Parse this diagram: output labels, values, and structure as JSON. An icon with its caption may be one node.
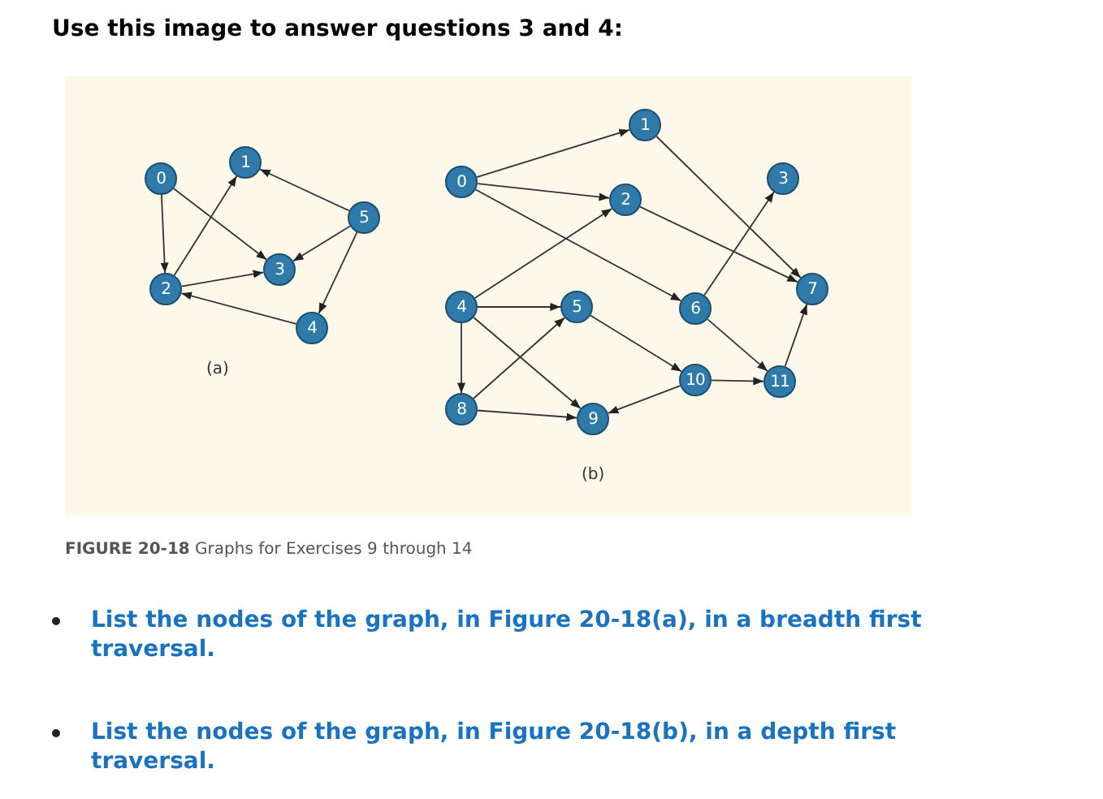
{
  "diagram": {
    "title": "Use this image to answer questions 3 and 4:",
    "caption": "**FIGURE 20-18** Graphs for Exercises 9 through 14",
    "nodes": [
      {
        "text": [
          "0"
        ]
      },
      {
        "text": [
          "1"
        ]
      },
      {
        "text": [
          "2"
        ]
      },
      {
        "text": [
          "3"
        ]
      },
      {
        "text": [
          "4"
        ]
      },
      {
        "text": [
          "5"
        ]
      },
      {
        "text": [
          "0"
        ]
      },
      {
        "text": [
          "1"
        ]
      },
      {
        "text": [
          "2"
        ]
      },
      {
        "text": [
          "3"
        ]
      },
      {
        "text": [
          "4"
        ]
      },
      {
        "text": [
          "5"
        ]
      },
      {
        "text": [
          "6"
        ]
      },
      {
        "text": [
          "7"
        ]
      },
      {
        "text": [
          "8"
        ]
      },
      {
        "text": [
          "9"
        ]
      },
      {
        "text": [
          "10"
        ]
      },
      {
        "text": [
          "11"
        ]
      }
    ],
    "edges": [
      {
        "from": 0,
        "to": 2,
        "arrow": "to"
      },
      {
        "from": 0,
        "to": 3,
        "arrow": "to"
      },
      {
        "from": 2,
        "to": 1,
        "arrow": "to"
      },
      {
        "from": 2,
        "to": 3,
        "arrow": "to"
      },
      {
        "from": 5,
        "to": 1,
        "arrow": "to"
      },
      {
        "from": 5,
        "to": 3,
        "arrow": "to"
      },
      {
        "from": 5,
        "to": 4,
        "arrow": "to"
      },
      {
        "from": 4,
        "to": 2,
        "arrow": "to"
      },
      {
        "from": 6,
        "to": 7,
        "arrow": "to"
      },
      {
        "from": 6,
        "to": 8,
        "arrow": "to"
      },
      {
        "from": 6,
        "to": 12,
        "arrow": "to"
      },
      {
        "from": 7,
        "to": 13,
        "arrow": "to"
      },
      {
        "from": 8,
        "to": 13,
        "arrow": "to"
      },
      {
        "from": 10,
        "to": 8,
        "arrow": "to"
      },
      {
        "from": 10,
        "to": 11,
        "arrow": "to"
      },
      {
        "from": 10,
        "to": 15,
        "arrow": "to"
      },
      {
        "from": 10,
        "to": 14,
        "arrow": "to"
      },
      {
        "from": 14,
        "to": 11,
        "arrow": "to"
      },
      {
        "from": 14,
        "to": 15,
        "arrow": "to"
      },
      {
        "from": 11,
        "to": 16,
        "arrow": "to"
      },
      {
        "from": 12,
        "to": 9,
        "arrow": "to"
      },
      {
        "from": 12,
        "to": 17,
        "arrow": "to"
      },
      {
        "from": 16,
        "to": 17,
        "arrow": "to"
      },
      {
        "from": 16,
        "to": 15,
        "arrow": "to"
      },
      {
        "from": 17,
        "to": 13,
        "arrow": "to"
      }
    ],
    "labels": [
      "(a)",
      "(b)",
      "List the nodes of the graph, in Figure 20-18(a), in a breadth first traversal.",
      "List the nodes of the graph, in Figure 20-18(b), in a depth first traversal."
    ]
  }
}
